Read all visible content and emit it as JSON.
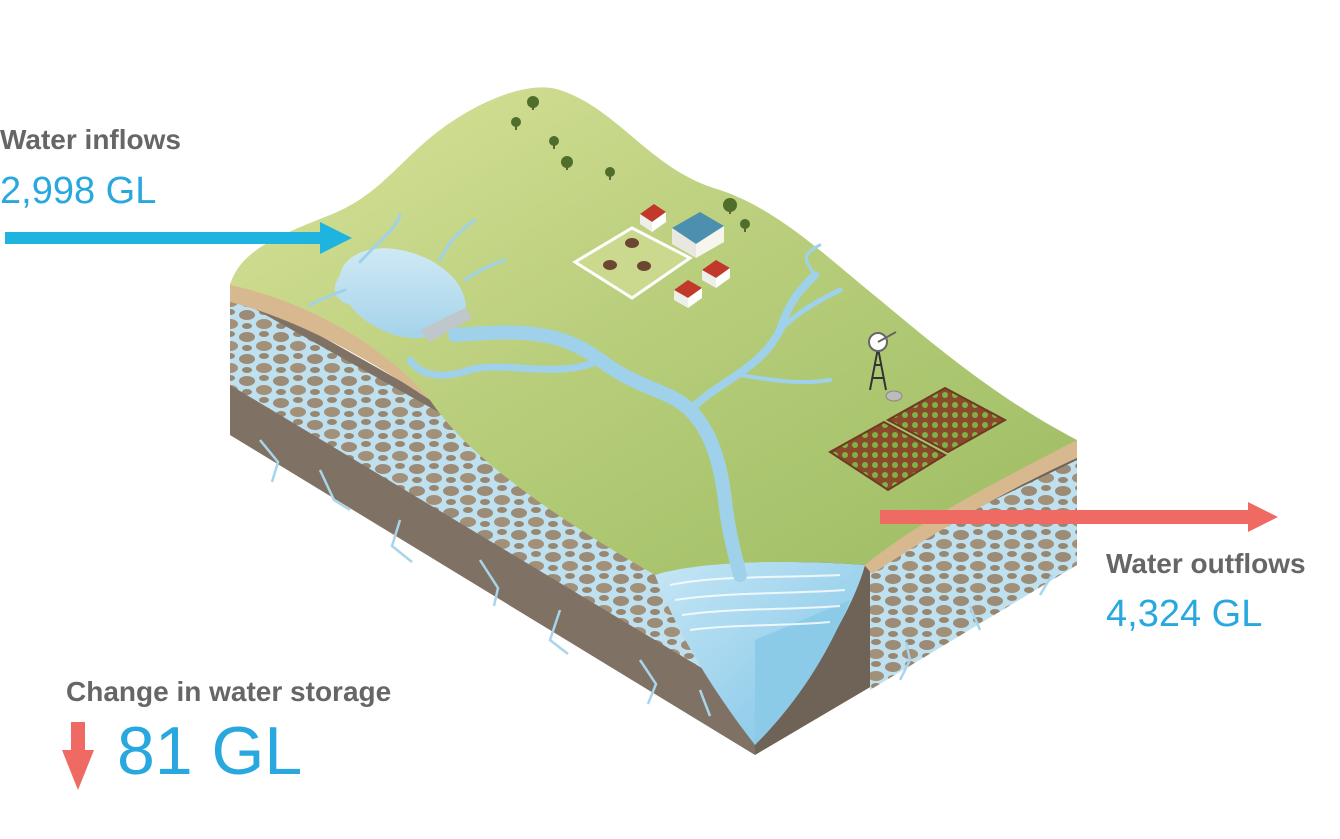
{
  "colors": {
    "inflow_arrow": "#1fb3df",
    "outflow_arrow": "#ef6a63",
    "storage_arrow": "#ef6a63",
    "value_text": "#29a8df",
    "title_text": "#666666",
    "land": "#a9c46d",
    "water": "#a9d8ee",
    "soil": "#d8b98f",
    "rock": "#7f7265"
  },
  "inflows": {
    "title": "Water inflows",
    "value": "2,998 GL"
  },
  "outflows": {
    "title": "Water outflows",
    "value": "4,324 GL"
  },
  "storage": {
    "title": "Change in water storage",
    "value": "81 GL",
    "direction": "down"
  }
}
